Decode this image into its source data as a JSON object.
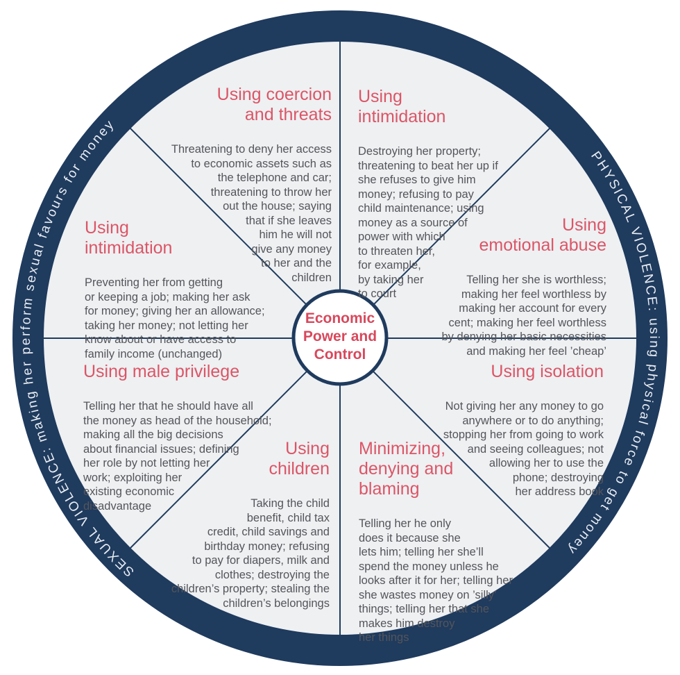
{
  "diagram": {
    "center_label": "Economic\nPower and\nControl",
    "ring": {
      "left_text": "SEXUAL VIOLENCE: making her perform sexual favours for money",
      "right_text": "PHYSICAL VIOLENCE: using physical force to get money"
    },
    "segments": [
      {
        "name": "using-coercion-and-threats",
        "heading": "Using coercion\nand threats",
        "body": "Threatening to deny her access\nto economic assets such as\nthe telephone and car;\nthreatening to throw her\nout the house; saying\nthat if she leaves\nhim he will not\ngive any money\nto her and the\nchildren"
      },
      {
        "name": "using-intimidation-top-right",
        "heading": "Using\nintimidation",
        "body": "Destroying her property;\nthreatening to beat her up if\nshe refuses to give him\nmoney; refusing to pay\nchild maintenance; using\nmoney as a source of\npower with which\nto threaten her,\nfor example,\nby taking her\nto court"
      },
      {
        "name": "using-emotional-abuse",
        "heading": "Using\nemotional abuse",
        "body": "Telling her she is worthless;\nmaking her feel worthless by\nmaking her account for every\ncent; making her feel worthless\nby denying her basic necessities\nand making her feel ’cheap’"
      },
      {
        "name": "using-isolation",
        "heading": "Using isolation",
        "body": "Not giving her any money to go\nanywhere or to do anything;\nstopping her from going to work\nand seeing colleagues; not\nallowing her to use the\nphone; destroying\nher address book"
      },
      {
        "name": "minimizing-denying-and-blaming",
        "heading": "Minimizing,\ndenying and\nblaming",
        "body": "Telling her he only\ndoes it because she\nlets him; telling her she’ll\nspend the money unless he\nlooks after it for her; telling her\nshe wastes money on ’silly’\nthings; telling her that she\nmakes him destroy\nher things"
      },
      {
        "name": "using-children",
        "heading": "Using\nchildren",
        "body": "Taking the child\nbenefit, child tax\ncredit, child savings and\nbirthday money; refusing\nto pay for diapers, milk and\nclothes; destroying the\nchildren’s property; stealing the\nchildren’s belongings"
      },
      {
        "name": "using-male-privilege",
        "heading": "Using male privilege",
        "body": "Telling her that he should have all\nthe money as head of the household;\nmaking all the big decisions\nabout financial issues; defining\nher role by not letting her\nwork; exploiting her\nexisting economic\ndisadvantage"
      },
      {
        "name": "using-intimidation-left-upper",
        "heading": "Using\nintimidation",
        "body": "Preventing her from getting\nor keeping a job; making her ask\nfor money; giving her an allowance;\ntaking her money; not letting her\nknow about or have access to\nfamily income (unchanged)"
      }
    ],
    "colors": {
      "navy": "#1f3b5e",
      "heading_red": "#dc5566",
      "center_red": "#d8485c",
      "body_text": "#54555a",
      "wheel_interior": "#eef0f2",
      "ring_text": "#e9edf2",
      "center_fill": "#ffffff"
    }
  }
}
